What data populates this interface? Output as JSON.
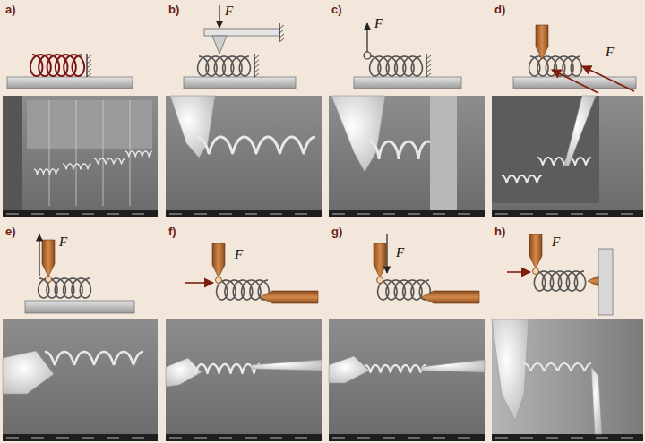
{
  "diagram": {
    "labels": [
      "a)",
      "b)",
      "F",
      "c)",
      "F",
      "d)",
      "F",
      "e)",
      "F",
      "f)",
      "F",
      "g)",
      "F",
      "h)",
      "F"
    ]
  }
}
